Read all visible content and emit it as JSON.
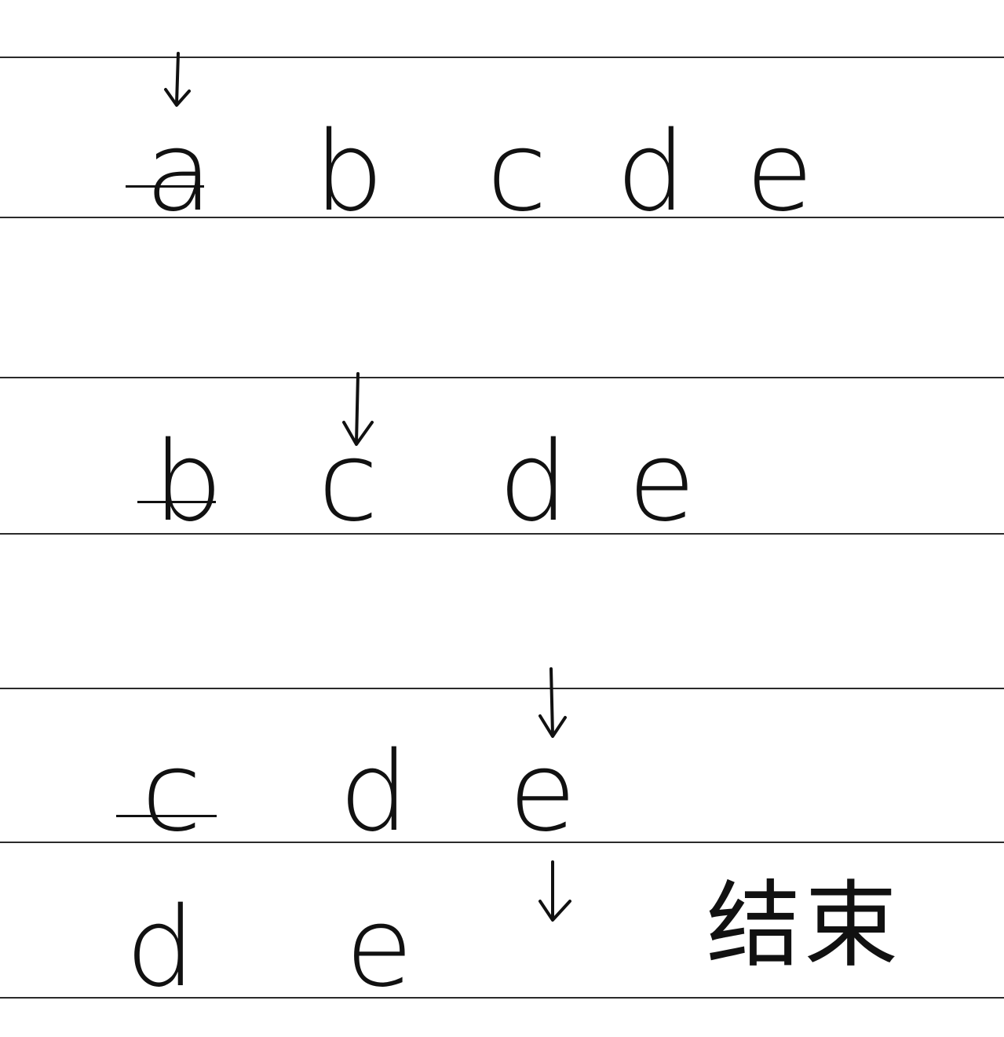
{
  "rows": [
    {
      "letters": [
        "a",
        "b",
        "c",
        "d",
        "e"
      ],
      "crossed_out": "a",
      "arrow_over": "a"
    },
    {
      "letters": [
        "b",
        "c",
        "d",
        "e"
      ],
      "crossed_out": "b",
      "arrow_over": "c"
    },
    {
      "letters": [
        "c",
        "d",
        "e"
      ],
      "crossed_out": "c",
      "arrow_over": "e"
    },
    {
      "letters": [
        "d",
        "e"
      ],
      "crossed_out": "",
      "arrow_over": ""
    }
  ],
  "end_label": "结束",
  "ink_color": "#111111",
  "line_color": "#2a2a2a",
  "paper_color": "#ffffff"
}
